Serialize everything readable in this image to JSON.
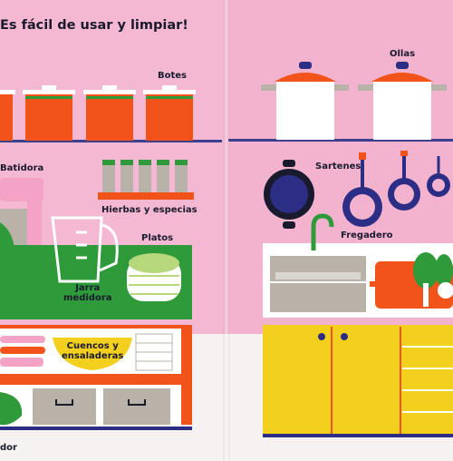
{
  "title": "Es fácil de usar y limpiar!",
  "labels": {
    "botes": "Botes",
    "ollas": "Ollas",
    "batidora": "Batidora",
    "hierbas": "Hierbas y especias",
    "sartenes": "Sartenes",
    "platos": "Platos",
    "fregadero": "Fregadero",
    "jarra": "Jarra\nmedidora",
    "cuencos": "Cuencos y\nensaladeras",
    "colador": "dor"
  },
  "colors": {
    "pink": "#f5b8d2",
    "orange": "#f2531b",
    "green": "#2e9a3a",
    "navy": "#2c2e86",
    "yellow": "#f3cf1e",
    "grey": "#b8b2a8",
    "shelf": "#3b3f8c"
  }
}
